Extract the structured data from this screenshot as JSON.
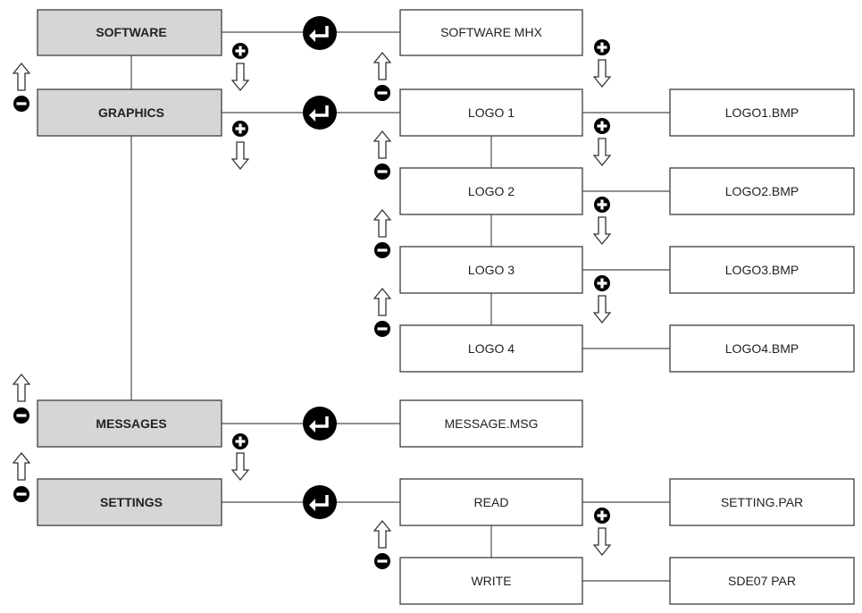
{
  "menus": [
    {
      "key": "software",
      "label": "SOFTWARE"
    },
    {
      "key": "graphics",
      "label": "GRAPHICS"
    },
    {
      "key": "messages",
      "label": "MESSAGES"
    },
    {
      "key": "settings",
      "label": "SETTINGS"
    }
  ],
  "options": [
    {
      "key": "software-mhx",
      "label": "SOFTWARE MHX"
    },
    {
      "key": "logo-1",
      "label": "LOGO 1"
    },
    {
      "key": "logo-2",
      "label": "LOGO 2"
    },
    {
      "key": "logo-3",
      "label": "LOGO 3"
    },
    {
      "key": "logo-4",
      "label": "LOGO 4"
    },
    {
      "key": "message-msg",
      "label": "MESSAGE.MSG"
    },
    {
      "key": "read",
      "label": "READ"
    },
    {
      "key": "write",
      "label": "WRITE"
    }
  ],
  "files": [
    {
      "key": "logo1-bmp",
      "label": "LOGO1.BMP"
    },
    {
      "key": "logo2-bmp",
      "label": "LOGO2.BMP"
    },
    {
      "key": "logo3-bmp",
      "label": "LOGO3.BMP"
    },
    {
      "key": "logo4-bmp",
      "label": "LOGO4.BMP"
    },
    {
      "key": "setting-par",
      "label": "SETTING.PAR"
    },
    {
      "key": "sde07-par",
      "label": "SDE07 PAR"
    }
  ],
  "icons": {
    "enter": "enter-icon",
    "plus": "plus-icon",
    "minus": "minus-icon",
    "up": "arrow-up-icon",
    "down": "arrow-down-icon"
  },
  "colors": {
    "menu_fill": "#d6d6d6",
    "box_stroke": "#4a4a4a",
    "icon_fill": "#000000"
  }
}
